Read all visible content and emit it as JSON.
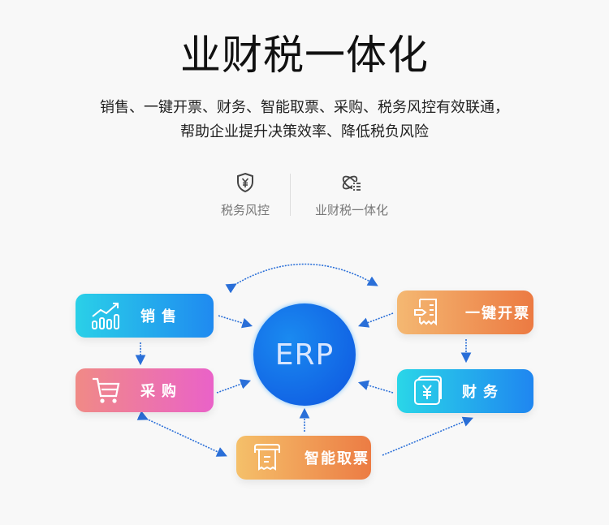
{
  "header": {
    "title": "业财税一体化",
    "subtitle_line1": "销售、一键开票、财务、智能取票、采购、税务风控有效联通，",
    "subtitle_line2": "帮助企业提升决策效率、降低税负风险"
  },
  "features": [
    {
      "label": "税务风控",
      "icon": "shield-yen-icon"
    },
    {
      "label": "业财税一体化",
      "icon": "integration-icon"
    }
  ],
  "diagram": {
    "center": "ERP",
    "nodes": [
      {
        "id": "sales",
        "label": "销售",
        "icon": "chart-growth-icon"
      },
      {
        "id": "purchase",
        "label": "采购",
        "icon": "cart-icon"
      },
      {
        "id": "invoice",
        "label": "一键开票",
        "icon": "invoice-icon"
      },
      {
        "id": "finance",
        "label": "财务",
        "icon": "wallet-yen-icon"
      },
      {
        "id": "smart_ticket",
        "label": "智能取票",
        "icon": "ticket-machine-icon"
      }
    ],
    "colors": {
      "arrow": "#2a6fd8",
      "center": "#1470e6"
    }
  }
}
